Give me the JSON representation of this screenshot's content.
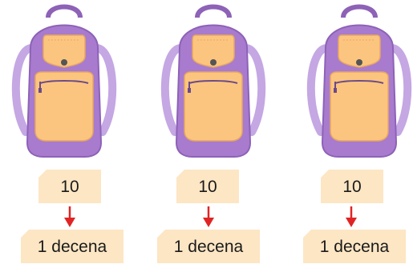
{
  "colors": {
    "bag_body": "#a87bce",
    "bag_dark": "#8d62b7",
    "strap": "#c4a7e3",
    "pocket": "#fcc57f",
    "tag_bg": "#fde6c4",
    "arrow": "#e02424"
  },
  "groups": [
    {
      "value": "10",
      "label": "1 decena"
    },
    {
      "value": "10",
      "label": "1 decena"
    },
    {
      "value": "10",
      "label": "1 decena"
    }
  ]
}
